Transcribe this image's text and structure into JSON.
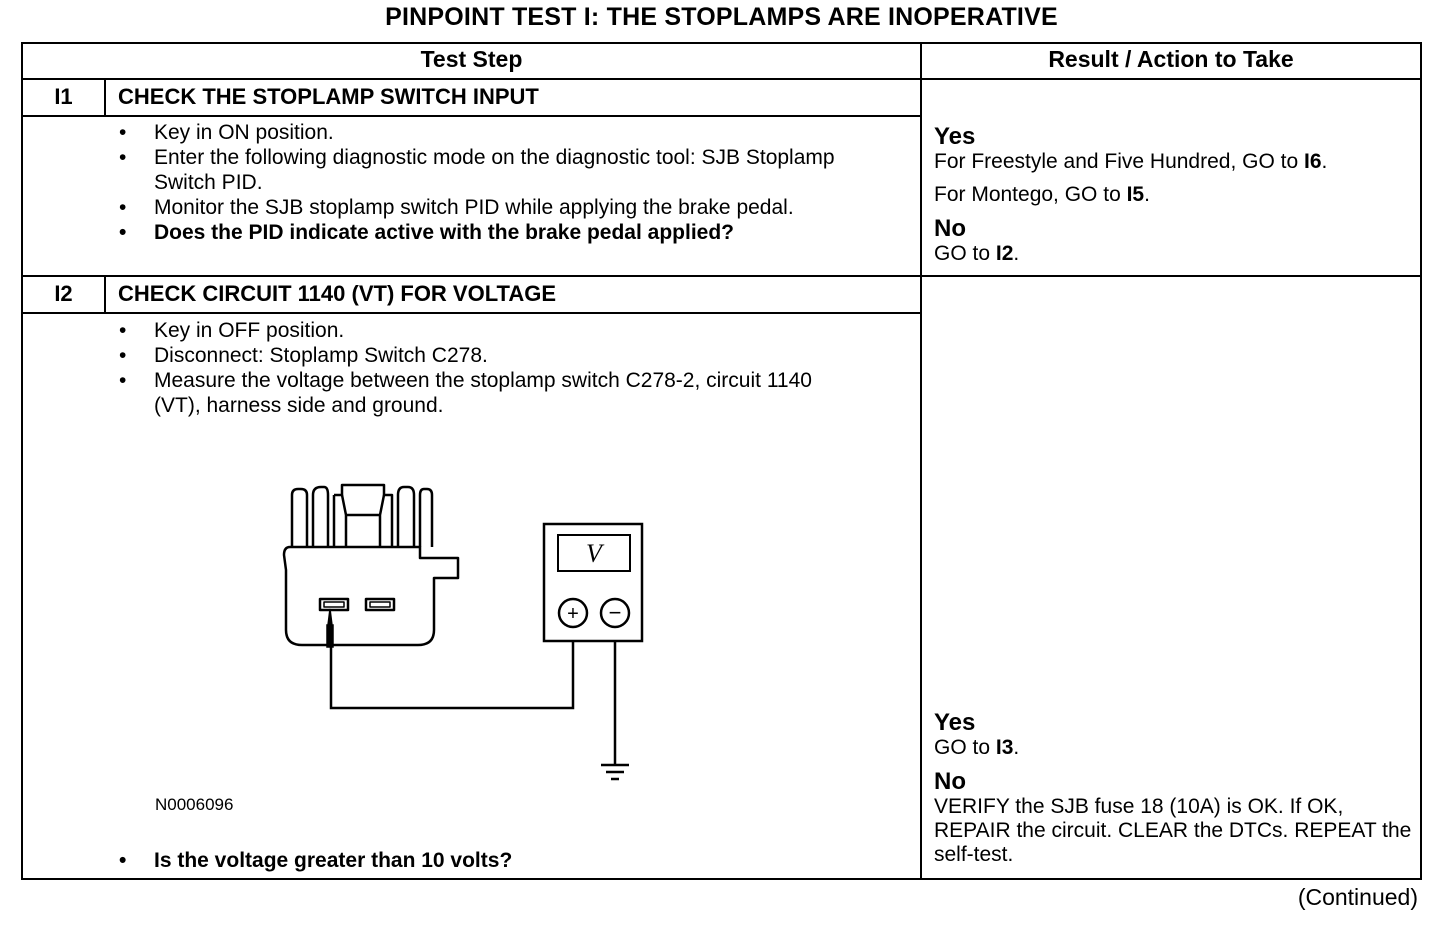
{
  "title": "PINPOINT TEST I: THE STOPLAMPS ARE INOPERATIVE",
  "header": {
    "col1": "Test Step",
    "col2": "Result / Action to Take"
  },
  "i1": {
    "id": "I1",
    "title": "CHECK THE STOPLAMP SWITCH INPUT",
    "steps": [
      "Key in ON position.",
      "Enter the following diagnostic mode on the diagnostic tool: SJB Stoplamp Switch PID.",
      "Monitor the SJB stoplamp switch PID while applying the brake pedal."
    ],
    "question": "Does the PID indicate active with the brake pedal applied?",
    "result": {
      "yes": "Yes",
      "yes_line1_pre": "For Freestyle and Five Hundred, GO to ",
      "yes_line1_ref": "I6",
      "yes_line2_pre": "For Montego, GO to ",
      "yes_line2_ref": "I5",
      "no": "No",
      "no_pre": "GO to ",
      "no_ref": "I2",
      "period": "."
    }
  },
  "i2": {
    "id": "I2",
    "title": "CHECK CIRCUIT 1140 (VT) FOR VOLTAGE",
    "steps": [
      "Key in OFF position.",
      "Disconnect: Stoplamp Switch C278.",
      "Measure the voltage between the stoplamp switch C278-2, circuit 1140 (VT), harness side and ground."
    ],
    "figure_id": "N0006096",
    "meter_symbol": "V",
    "question": "Is the voltage greater than 10 volts?",
    "result": {
      "yes": "Yes",
      "yes_pre": "GO to ",
      "yes_ref": "I3",
      "no": "No",
      "no_text": "VERIFY the SJB fuse 18 (10A) is OK. If OK, REPAIR the circuit. CLEAR the DTCs. REPEAT the self-test.",
      "period": "."
    }
  },
  "footer": "(Continued)"
}
